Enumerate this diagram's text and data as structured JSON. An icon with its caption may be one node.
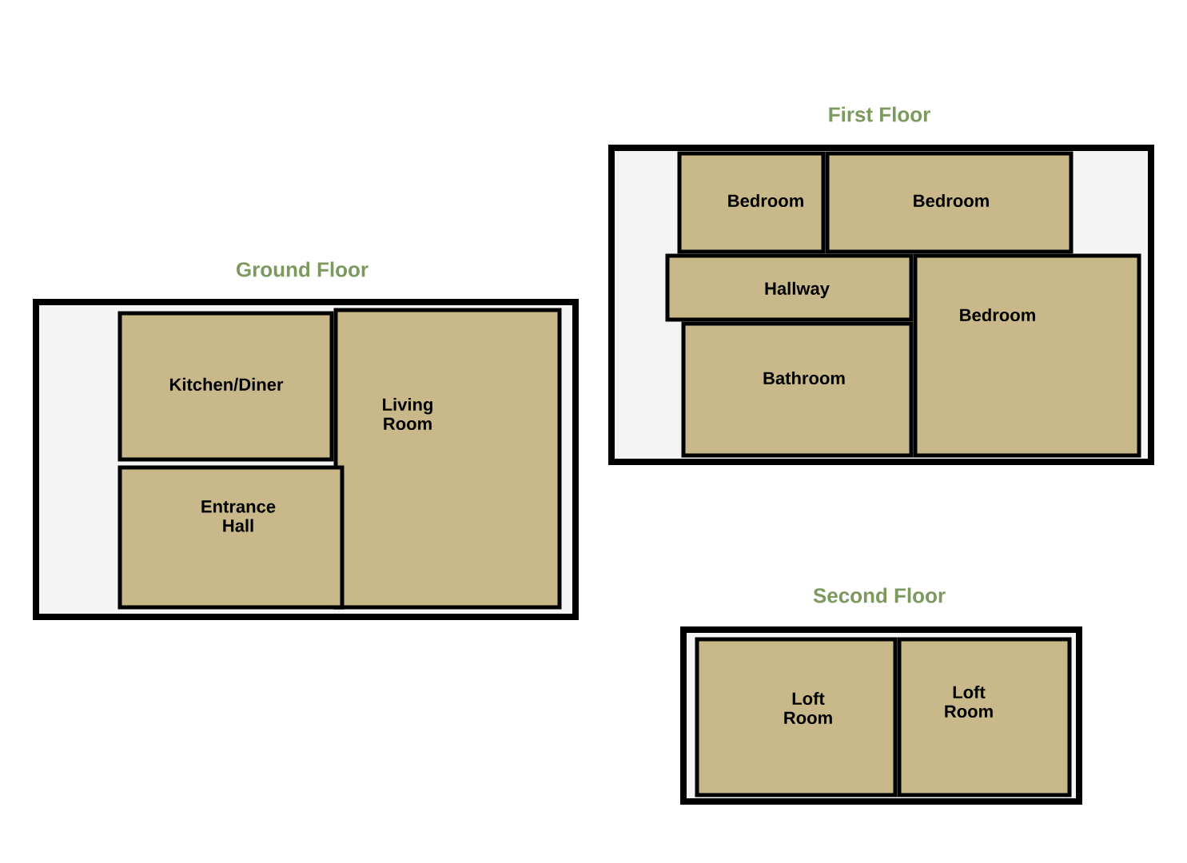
{
  "diagram": {
    "nodes": [
      {
        "text": [
          "Ground Floor"
        ]
      },
      {
        "text": [
          "Kitchen/Diner"
        ],
        "in": 0
      },
      {
        "text": [
          "Living Room"
        ],
        "in": 0
      },
      {
        "text": [
          "Entrance Hall"
        ],
        "in": 0
      },
      {
        "text": [
          "First Floor"
        ]
      },
      {
        "text": [
          "Bedroom"
        ],
        "in": 4
      },
      {
        "text": [
          "Bedroom"
        ],
        "in": 4
      },
      {
        "text": [
          "Hallway"
        ],
        "in": 4
      },
      {
        "text": [
          "Bedroom"
        ],
        "in": 4
      },
      {
        "text": [
          "Bathroom"
        ],
        "in": 4
      },
      {
        "text": [
          "Second Floor"
        ]
      },
      {
        "text": [
          "Loft Room"
        ],
        "in": 10
      },
      {
        "text": [
          "Loft Room"
        ],
        "in": 10
      }
    ]
  }
}
